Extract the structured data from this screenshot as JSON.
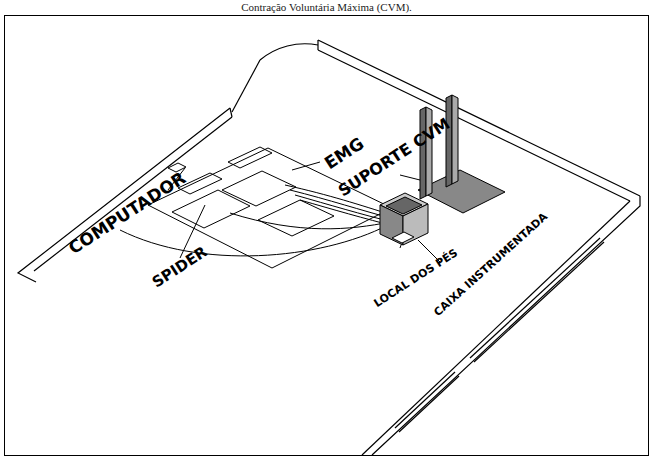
{
  "diagram": {
    "caption": "Contração Voluntária Máxima (CVM).",
    "labels": [
      "COMPUTADOR",
      "EMG",
      "SPIDER",
      "SUPORTE CVM",
      "LOCAL DOS PÉS",
      "CAIXA INSTRUMENTADA"
    ]
  }
}
